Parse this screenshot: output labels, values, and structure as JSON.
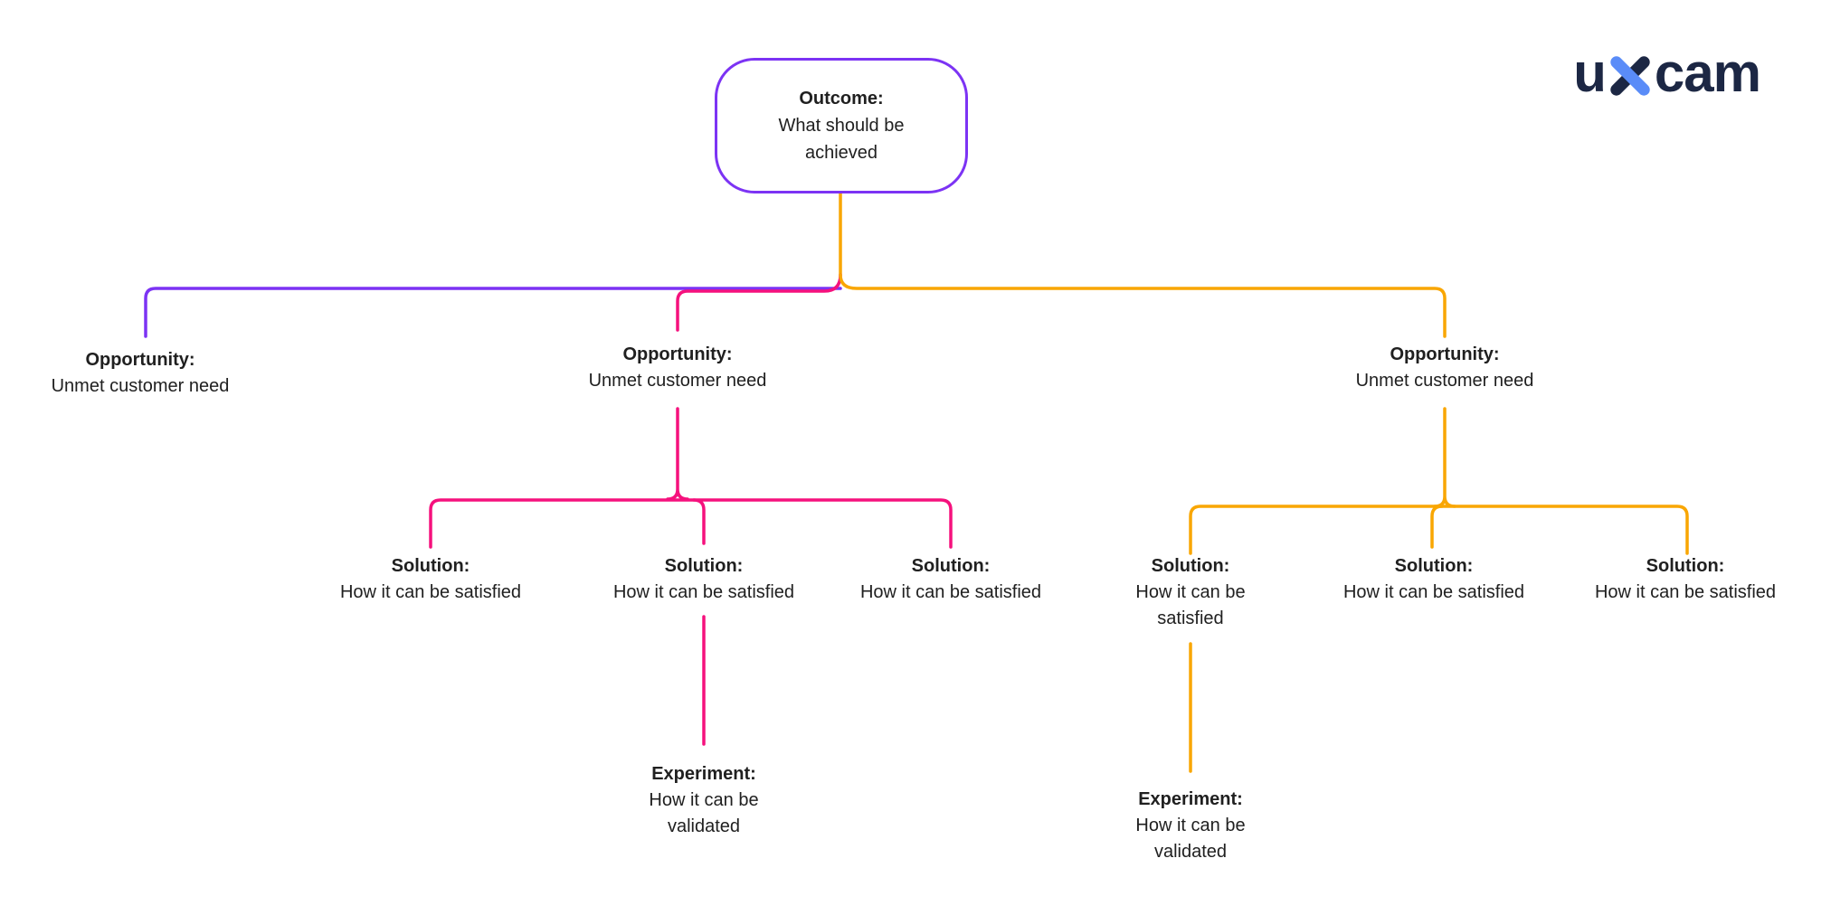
{
  "colors": {
    "background": "#ffffff",
    "purple": "#7c33f4",
    "pink": "#f5117d",
    "orange": "#f9a602",
    "text": "#202020",
    "navy": "#1c2744",
    "blue": "#5a8cf8"
  },
  "logo": {
    "left": "u",
    "x": "x",
    "right": "cam"
  },
  "tree": {
    "outcome": {
      "label": "Outcome:",
      "lines": [
        "What should be",
        "achieved"
      ]
    },
    "opportunities": [
      {
        "label": "Opportunity:",
        "desc": "Unmet customer need",
        "branch_color": "purple"
      },
      {
        "label": "Opportunity:",
        "desc": "Unmet customer need",
        "branch_color": "pink"
      },
      {
        "label": "Opportunity:",
        "desc": "Unmet customer need",
        "branch_color": "orange"
      }
    ],
    "solutions": [
      {
        "label": "Solution:",
        "lines": [
          "How it can be satisfied"
        ],
        "branch_color": "pink"
      },
      {
        "label": "Solution:",
        "lines": [
          "How it can be satisfied"
        ],
        "branch_color": "pink"
      },
      {
        "label": "Solution:",
        "lines": [
          "How it can be satisfied"
        ],
        "branch_color": "pink"
      },
      {
        "label": "Solution:",
        "lines": [
          "How it can be",
          "satisfied"
        ],
        "branch_color": "orange"
      },
      {
        "label": "Solution:",
        "lines": [
          "How it can be satisfied"
        ],
        "branch_color": "orange"
      },
      {
        "label": "Solution:",
        "lines": [
          "How it can be satisfied"
        ],
        "branch_color": "orange"
      }
    ],
    "experiments": [
      {
        "label": "Experiment:",
        "lines": [
          "How it can be",
          "validated"
        ],
        "branch_color": "pink"
      },
      {
        "label": "Experiment:",
        "lines": [
          "How it can be",
          "validated"
        ],
        "branch_color": "orange"
      }
    ]
  }
}
